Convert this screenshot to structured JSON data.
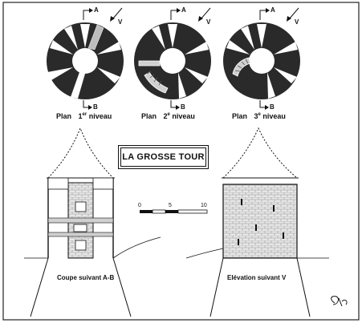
{
  "plans": [
    {
      "word": "Plan",
      "num": "1",
      "sup": "er",
      "level": " niveau"
    },
    {
      "word": "Plan",
      "num": "2",
      "sup": "e",
      "level": " niveau"
    },
    {
      "word": "Plan",
      "num": "3",
      "sup": "e",
      "level": " niveau"
    }
  ],
  "axis_labels": {
    "a": "A",
    "b": "B",
    "v": "V"
  },
  "title": "LA GROSSE TOUR",
  "scale": {
    "zero": "0",
    "five": "5",
    "ten": "10"
  },
  "captions": {
    "section": "Coupe suivant A-B",
    "elevation": "Elévation suivant V"
  }
}
